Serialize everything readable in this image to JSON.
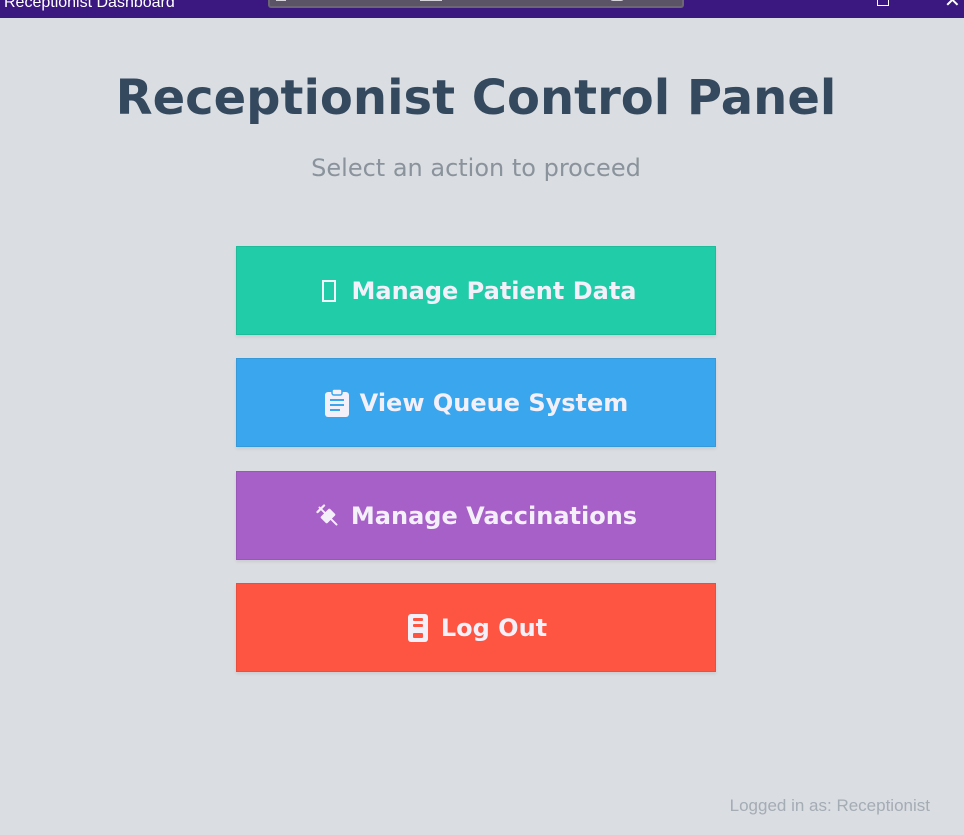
{
  "window": {
    "title": "Receptionist Dashboard"
  },
  "header": {
    "title": "Receptionist Control Panel",
    "subtitle": "Select an action to proceed"
  },
  "actions": [
    {
      "label": "Manage Patient Data",
      "icon": "missing-glyph-icon",
      "color": "#21cca9"
    },
    {
      "label": "View Queue System",
      "icon": "clipboard-icon",
      "color": "#3aa6ed"
    },
    {
      "label": "Manage Vaccinations",
      "icon": "syringe-icon",
      "color": "#a760c7"
    },
    {
      "label": "Log Out",
      "icon": "door-icon",
      "color": "#fe5542"
    }
  ],
  "footer": {
    "status": "Logged in as: Receptionist"
  }
}
